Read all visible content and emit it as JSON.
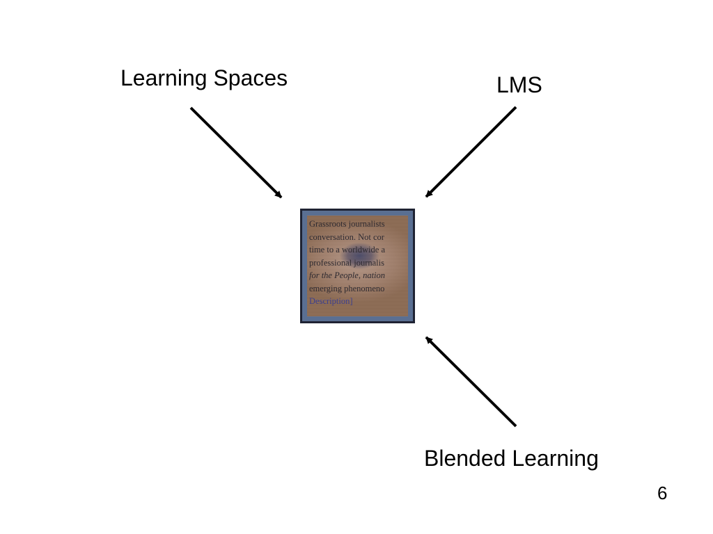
{
  "diagram": {
    "labels": {
      "learning_spaces": "Learning Spaces",
      "lms": "LMS",
      "blended_learning": "Blended Learning"
    },
    "center_image": {
      "text_lines": [
        "Grassroots journalists",
        "conversation. Not cor",
        "time to a worldwide a",
        "professional journalis",
        "for the People, nation",
        "emerging phenomeno",
        "Description]"
      ]
    }
  },
  "slide": {
    "page_number": "6"
  }
}
